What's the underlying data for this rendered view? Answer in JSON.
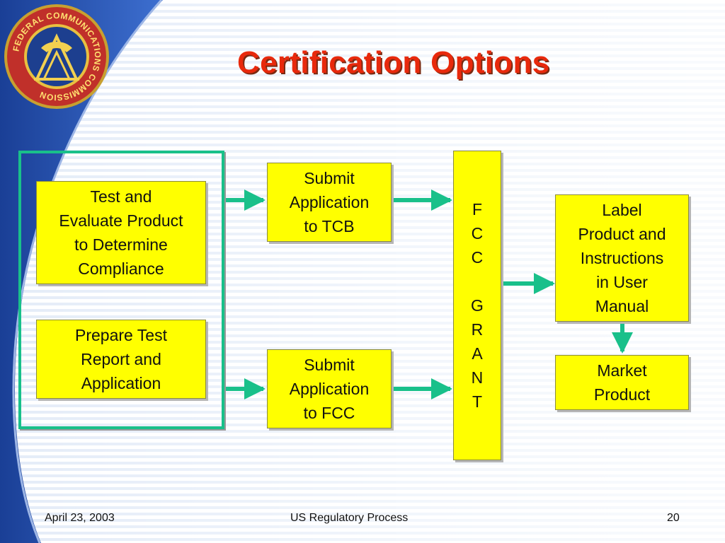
{
  "slide": {
    "title": "Certification Options",
    "seal_text": "FEDERAL COMMUNICATIONS COMMISSION"
  },
  "diagram": {
    "test_box": "Test and\nEvaluate Product\nto Determine\nCompliance",
    "prepare_box": "Prepare Test\nReport and\nApplication",
    "tcb_box": "Submit\nApplication\nto TCB",
    "fcc_box": "Submit\nApplication\nto FCC",
    "grant_box": "F\nC\nC\n\nG\nR\nA\nN\nT",
    "label_box": "Label\nProduct and\nInstructions\nin User\nManual",
    "market_box": "Market\nProduct"
  },
  "footer": {
    "date": "April 23, 2003",
    "center": "US Regulatory Process",
    "page": "20"
  },
  "colors": {
    "title": "#e8290c",
    "box_fill": "#ffff00",
    "arrow": "#19c08a",
    "swoosh": "#1f4fa8"
  }
}
